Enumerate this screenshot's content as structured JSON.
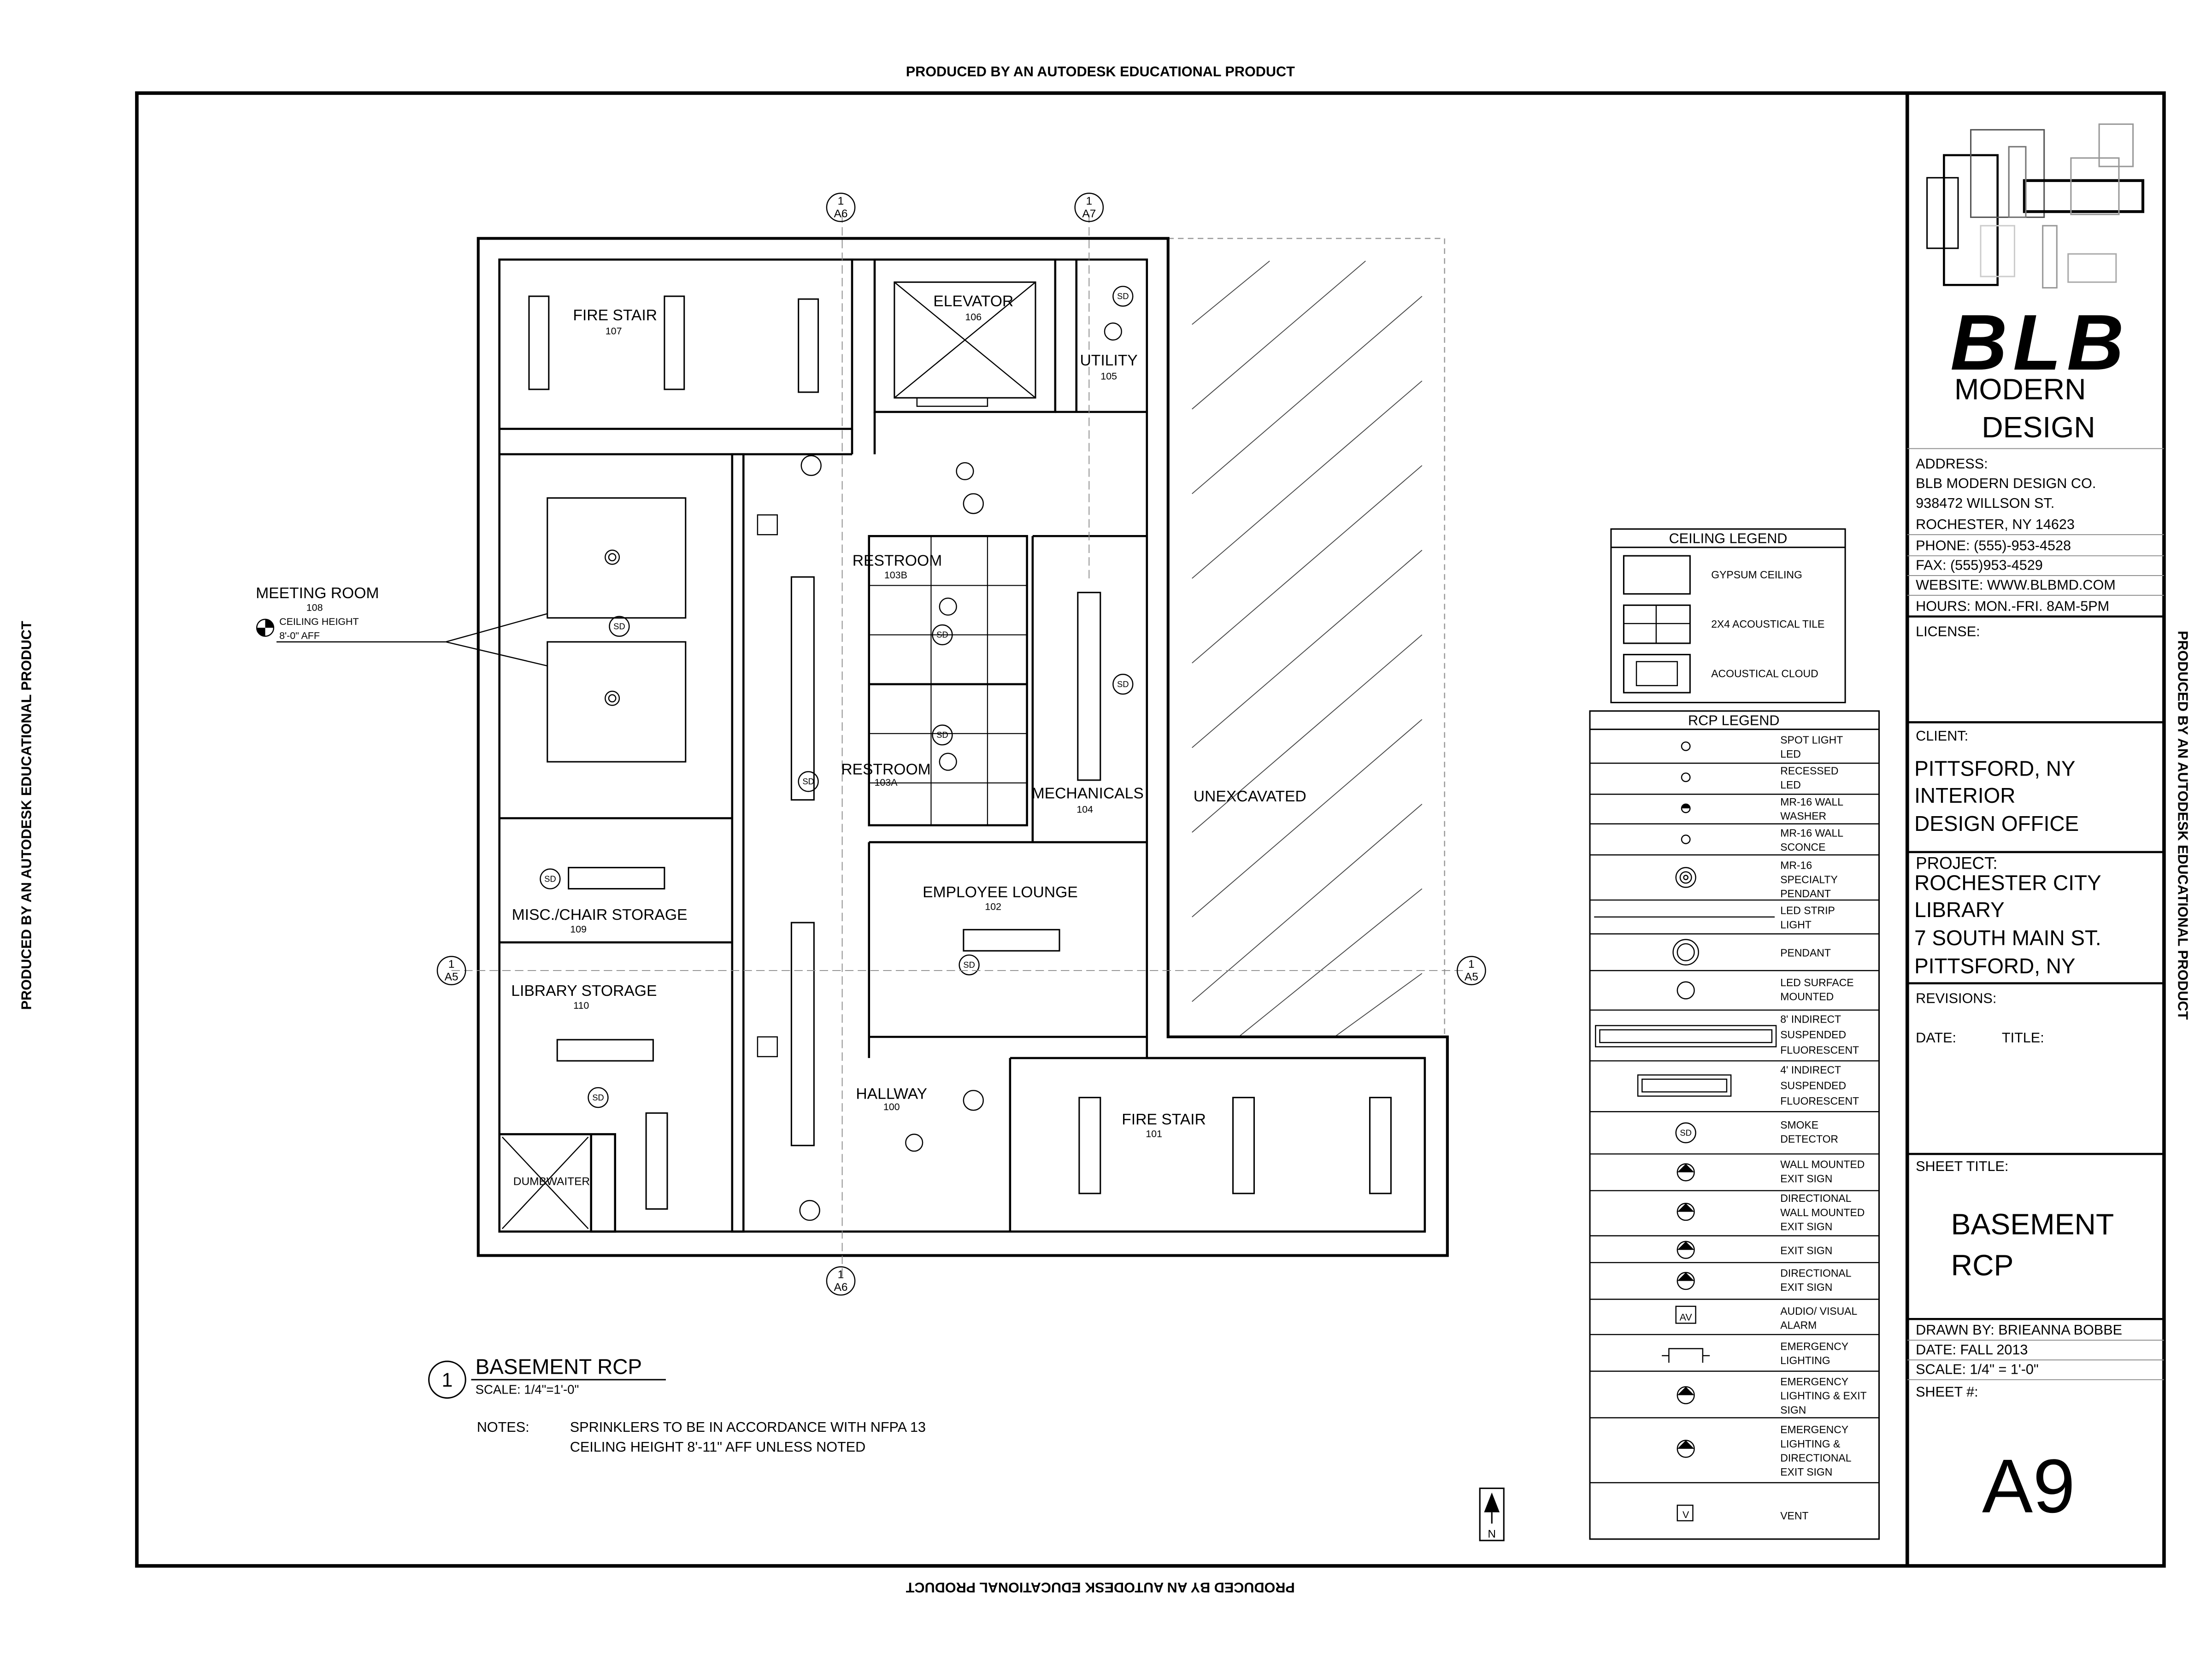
{
  "watermark": "PRODUCED BY AN AUTODESK EDUCATIONAL PRODUCT",
  "rooms": {
    "fire_stair_107": {
      "name": "FIRE STAIR",
      "number": "107"
    },
    "elevator": {
      "name": "ELEVATOR",
      "number": "106"
    },
    "utility": {
      "name": "UTILITY",
      "number": "105"
    },
    "restroom_103b": {
      "name": "RESTROOM",
      "number": "103B"
    },
    "restroom_103a": {
      "name": "RESTROOM",
      "number": "103A"
    },
    "mechanicals": {
      "name": "MECHANICALS",
      "number": "104"
    },
    "employee_lounge": {
      "name": "EMPLOYEE LOUNGE",
      "number": "102"
    },
    "misc_storage": {
      "name": "MISC./CHAIR STORAGE",
      "number": "109"
    },
    "library_storage": {
      "name": "LIBRARY STORAGE",
      "number": "110"
    },
    "hallway": {
      "name": "HALLWAY",
      "number": "100"
    },
    "fire_stair_101": {
      "name": "FIRE STAIR",
      "number": "101"
    },
    "dumbwaiter": {
      "name": "DUMBWAITER"
    },
    "unexcavated": {
      "name": "UNEXCAVATED"
    },
    "meeting_room": {
      "name": "MEETING ROOM",
      "number": "108",
      "ceiling_height_label": "CEILING HEIGHT",
      "ceiling_height_value": "8'-0\" AFF"
    }
  },
  "section_markers": {
    "top_left": {
      "num": "1",
      "sheet": "A6"
    },
    "top_right": {
      "num": "1",
      "sheet": "A7"
    },
    "left": {
      "num": "1",
      "sheet": "A5"
    },
    "right": {
      "num": "1",
      "sheet": "A5"
    },
    "bottom": {
      "num": "1",
      "sheet": "A6"
    }
  },
  "symbols": {
    "sd": "SD",
    "av": "AV",
    "v": "V"
  },
  "drawing_title": {
    "number": "1",
    "title": "BASEMENT RCP",
    "scale": "SCALE: 1/4\"=1'-0\""
  },
  "notes": {
    "label": "NOTES:",
    "lines": [
      "SPRINKLERS TO BE IN ACCORDANCE WITH NFPA 13",
      "CEILING HEIGHT 8'-11\" AFF UNLESS NOTED"
    ]
  },
  "north_arrow": "N",
  "ceiling_legend": {
    "title": "CEILING LEGEND",
    "items": [
      "GYPSUM CEILING",
      "2X4 ACOUSTICAL TILE",
      "ACOUSTICAL CLOUD"
    ]
  },
  "rcp_legend": {
    "title": "RCP LEGEND",
    "items": [
      [
        "SPOT LIGHT",
        "LED"
      ],
      [
        "RECESSED",
        "LED"
      ],
      [
        "MR-16 WALL",
        "WASHER"
      ],
      [
        "MR-16 WALL",
        "SCONCE"
      ],
      [
        "MR-16",
        "SPECIALTY",
        "PENDANT"
      ],
      [
        "LED STRIP",
        "LIGHT"
      ],
      [
        "PENDANT"
      ],
      [
        "LED SURFACE",
        "MOUNTED"
      ],
      [
        "8' INDIRECT",
        "SUSPENDED",
        "FLUORESCENT"
      ],
      [
        "4' INDIRECT",
        "SUSPENDED",
        "FLUORESCENT"
      ],
      [
        "SMOKE",
        "DETECTOR"
      ],
      [
        "WALL MOUNTED",
        "EXIT SIGN"
      ],
      [
        "DIRECTIONAL",
        "WALL MOUNTED",
        "EXIT SIGN"
      ],
      [
        "EXIT SIGN"
      ],
      [
        "DIRECTIONAL",
        "EXIT SIGN"
      ],
      [
        "AUDIO/ VISUAL",
        "ALARM"
      ],
      [
        "EMERGENCY",
        "LIGHTING"
      ],
      [
        "EMERGENCY",
        "LIGHTING & EXIT",
        "SIGN"
      ],
      [
        "EMERGENCY",
        "LIGHTING &",
        "DIRECTIONAL",
        "EXIT SIGN"
      ],
      [
        "VENT"
      ]
    ]
  },
  "title_block": {
    "logo_text": "BLB",
    "company_line1": "MODERN",
    "company_line2": "DESIGN",
    "address_label": "ADDRESS:",
    "address_lines": [
      "BLB MODERN DESIGN CO.",
      "938472 WILLSON ST.",
      "ROCHESTER, NY 14623"
    ],
    "phone": "PHONE: (555)-953-4528",
    "fax": "FAX: (555)953-4529",
    "website": "WEBSITE: WWW.BLBMD.COM",
    "hours": "HOURS: MON.-FRI. 8AM-5PM",
    "license_label": "LICENSE:",
    "client_label": "CLIENT:",
    "client_lines": [
      "PITTSFORD, NY",
      "INTERIOR",
      "DESIGN OFFICE"
    ],
    "project_label": "PROJECT:",
    "project_lines": [
      "ROCHESTER CITY",
      "LIBRARY",
      "7 SOUTH MAIN ST.",
      "PITTSFORD, NY"
    ],
    "revisions_label": "REVISIONS:",
    "date_label": "DATE:",
    "title_label": "TITLE:",
    "sheet_title_label": "SHEET TITLE:",
    "sheet_title_lines": [
      "BASEMENT",
      "RCP"
    ],
    "drawn_by": "DRAWN BY: BRIEANNA BOBBE",
    "date": "DATE: FALL 2013",
    "scale": "SCALE: 1/4\" = 1'-0\"",
    "sheet_num_label": "SHEET #:",
    "sheet_num": "A9"
  }
}
